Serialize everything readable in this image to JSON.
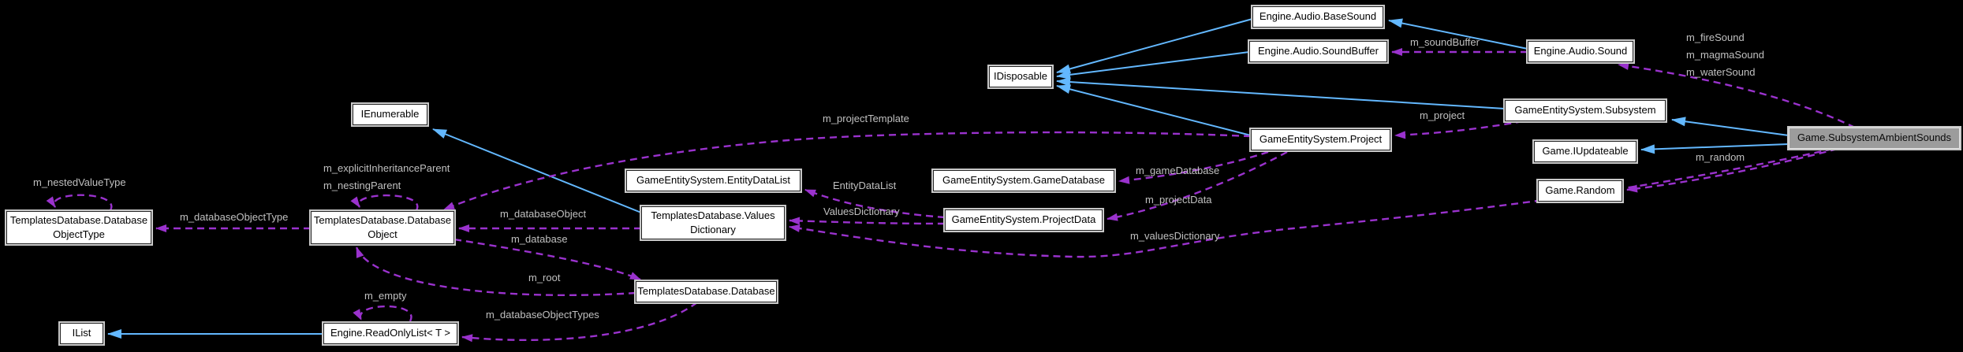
{
  "diagram": {
    "type": "collaboration-graph",
    "background_color": "#000000",
    "inheritance_edge_color": "#63b8ff",
    "usage_edge_color": "#9a32cd",
    "edge_label_color": "#c0c0c0",
    "highlight_node_fill": "#9c9c9c",
    "highlighted_node": "Game.SubsystemAmbientSounds"
  },
  "nodes": [
    {
      "id": "base-sound",
      "label": "Engine.Audio.BaseSound",
      "highlight": false
    },
    {
      "id": "sound-buffer",
      "label": "Engine.Audio.SoundBuffer",
      "highlight": false
    },
    {
      "id": "sound",
      "label": "Engine.Audio.Sound",
      "highlight": false
    },
    {
      "id": "idisposable",
      "label": "IDisposable",
      "highlight": false
    },
    {
      "id": "ienumerable",
      "label": "IEnumerable",
      "highlight": false
    },
    {
      "id": "subsystem",
      "label": "GameEntitySystem.Subsystem",
      "highlight": false
    },
    {
      "id": "subsystem-ambient-sounds",
      "label": "Game.SubsystemAmbientSounds",
      "highlight": true
    },
    {
      "id": "project",
      "label": "GameEntitySystem.Project",
      "highlight": false
    },
    {
      "id": "iupdateable",
      "label": "Game.IUpdateable",
      "highlight": false
    },
    {
      "id": "random",
      "label": "Game.Random",
      "highlight": false
    },
    {
      "id": "entity-data-list",
      "label": "GameEntitySystem.EntityDataList",
      "highlight": false
    },
    {
      "id": "game-database",
      "label": "GameEntitySystem.GameDatabase",
      "highlight": false
    },
    {
      "id": "values-dictionary",
      "label": "TemplatesDatabase.Values\nDictionary",
      "highlight": false
    },
    {
      "id": "project-data",
      "label": "GameEntitySystem.ProjectData",
      "highlight": false
    },
    {
      "id": "database-object-type",
      "label": "TemplatesDatabase.Database\nObjectType",
      "highlight": false
    },
    {
      "id": "database-object",
      "label": "TemplatesDatabase.Database\nObject",
      "highlight": false
    },
    {
      "id": "database",
      "label": "TemplatesDatabase.Database",
      "highlight": false
    },
    {
      "id": "read-only-list",
      "label": "Engine.ReadOnlyList< T >",
      "highlight": false
    },
    {
      "id": "ilist",
      "label": "IList",
      "highlight": false
    }
  ],
  "edge_labels": [
    {
      "id": "m-sound-buffer",
      "text": "m_soundBuffer"
    },
    {
      "id": "m-fire-sound",
      "text": "m_fireSound"
    },
    {
      "id": "m-magma-sound",
      "text": "m_magmaSound"
    },
    {
      "id": "m-water-sound",
      "text": "m_waterSound"
    },
    {
      "id": "m-project",
      "text": "m_project"
    },
    {
      "id": "m-random",
      "text": "m_random"
    },
    {
      "id": "m-project-template",
      "text": "m_projectTemplate"
    },
    {
      "id": "m-game-database",
      "text": "m_gameDatabase"
    },
    {
      "id": "m-project-data",
      "text": "m_projectData"
    },
    {
      "id": "m-values-dictionary",
      "text": "m_valuesDictionary"
    },
    {
      "id": "entity-data-list-ref",
      "text": "EntityDataList"
    },
    {
      "id": "values-dictionary-ref",
      "text": "ValuesDictionary"
    },
    {
      "id": "m-explicit-inheritance-parent",
      "text": "m_explicitInheritanceParent"
    },
    {
      "id": "m-nesting-parent",
      "text": "m_nestingParent"
    },
    {
      "id": "m-nested-value-type",
      "text": "m_nestedValueType"
    },
    {
      "id": "m-database-object-type",
      "text": "m_databaseObjectType"
    },
    {
      "id": "m-database-object",
      "text": "m_databaseObject"
    },
    {
      "id": "m-database",
      "text": "m_database"
    },
    {
      "id": "m-root",
      "text": "m_root"
    },
    {
      "id": "m-empty",
      "text": "m_empty"
    },
    {
      "id": "m-database-object-types",
      "text": "m_databaseObjectTypes"
    }
  ]
}
